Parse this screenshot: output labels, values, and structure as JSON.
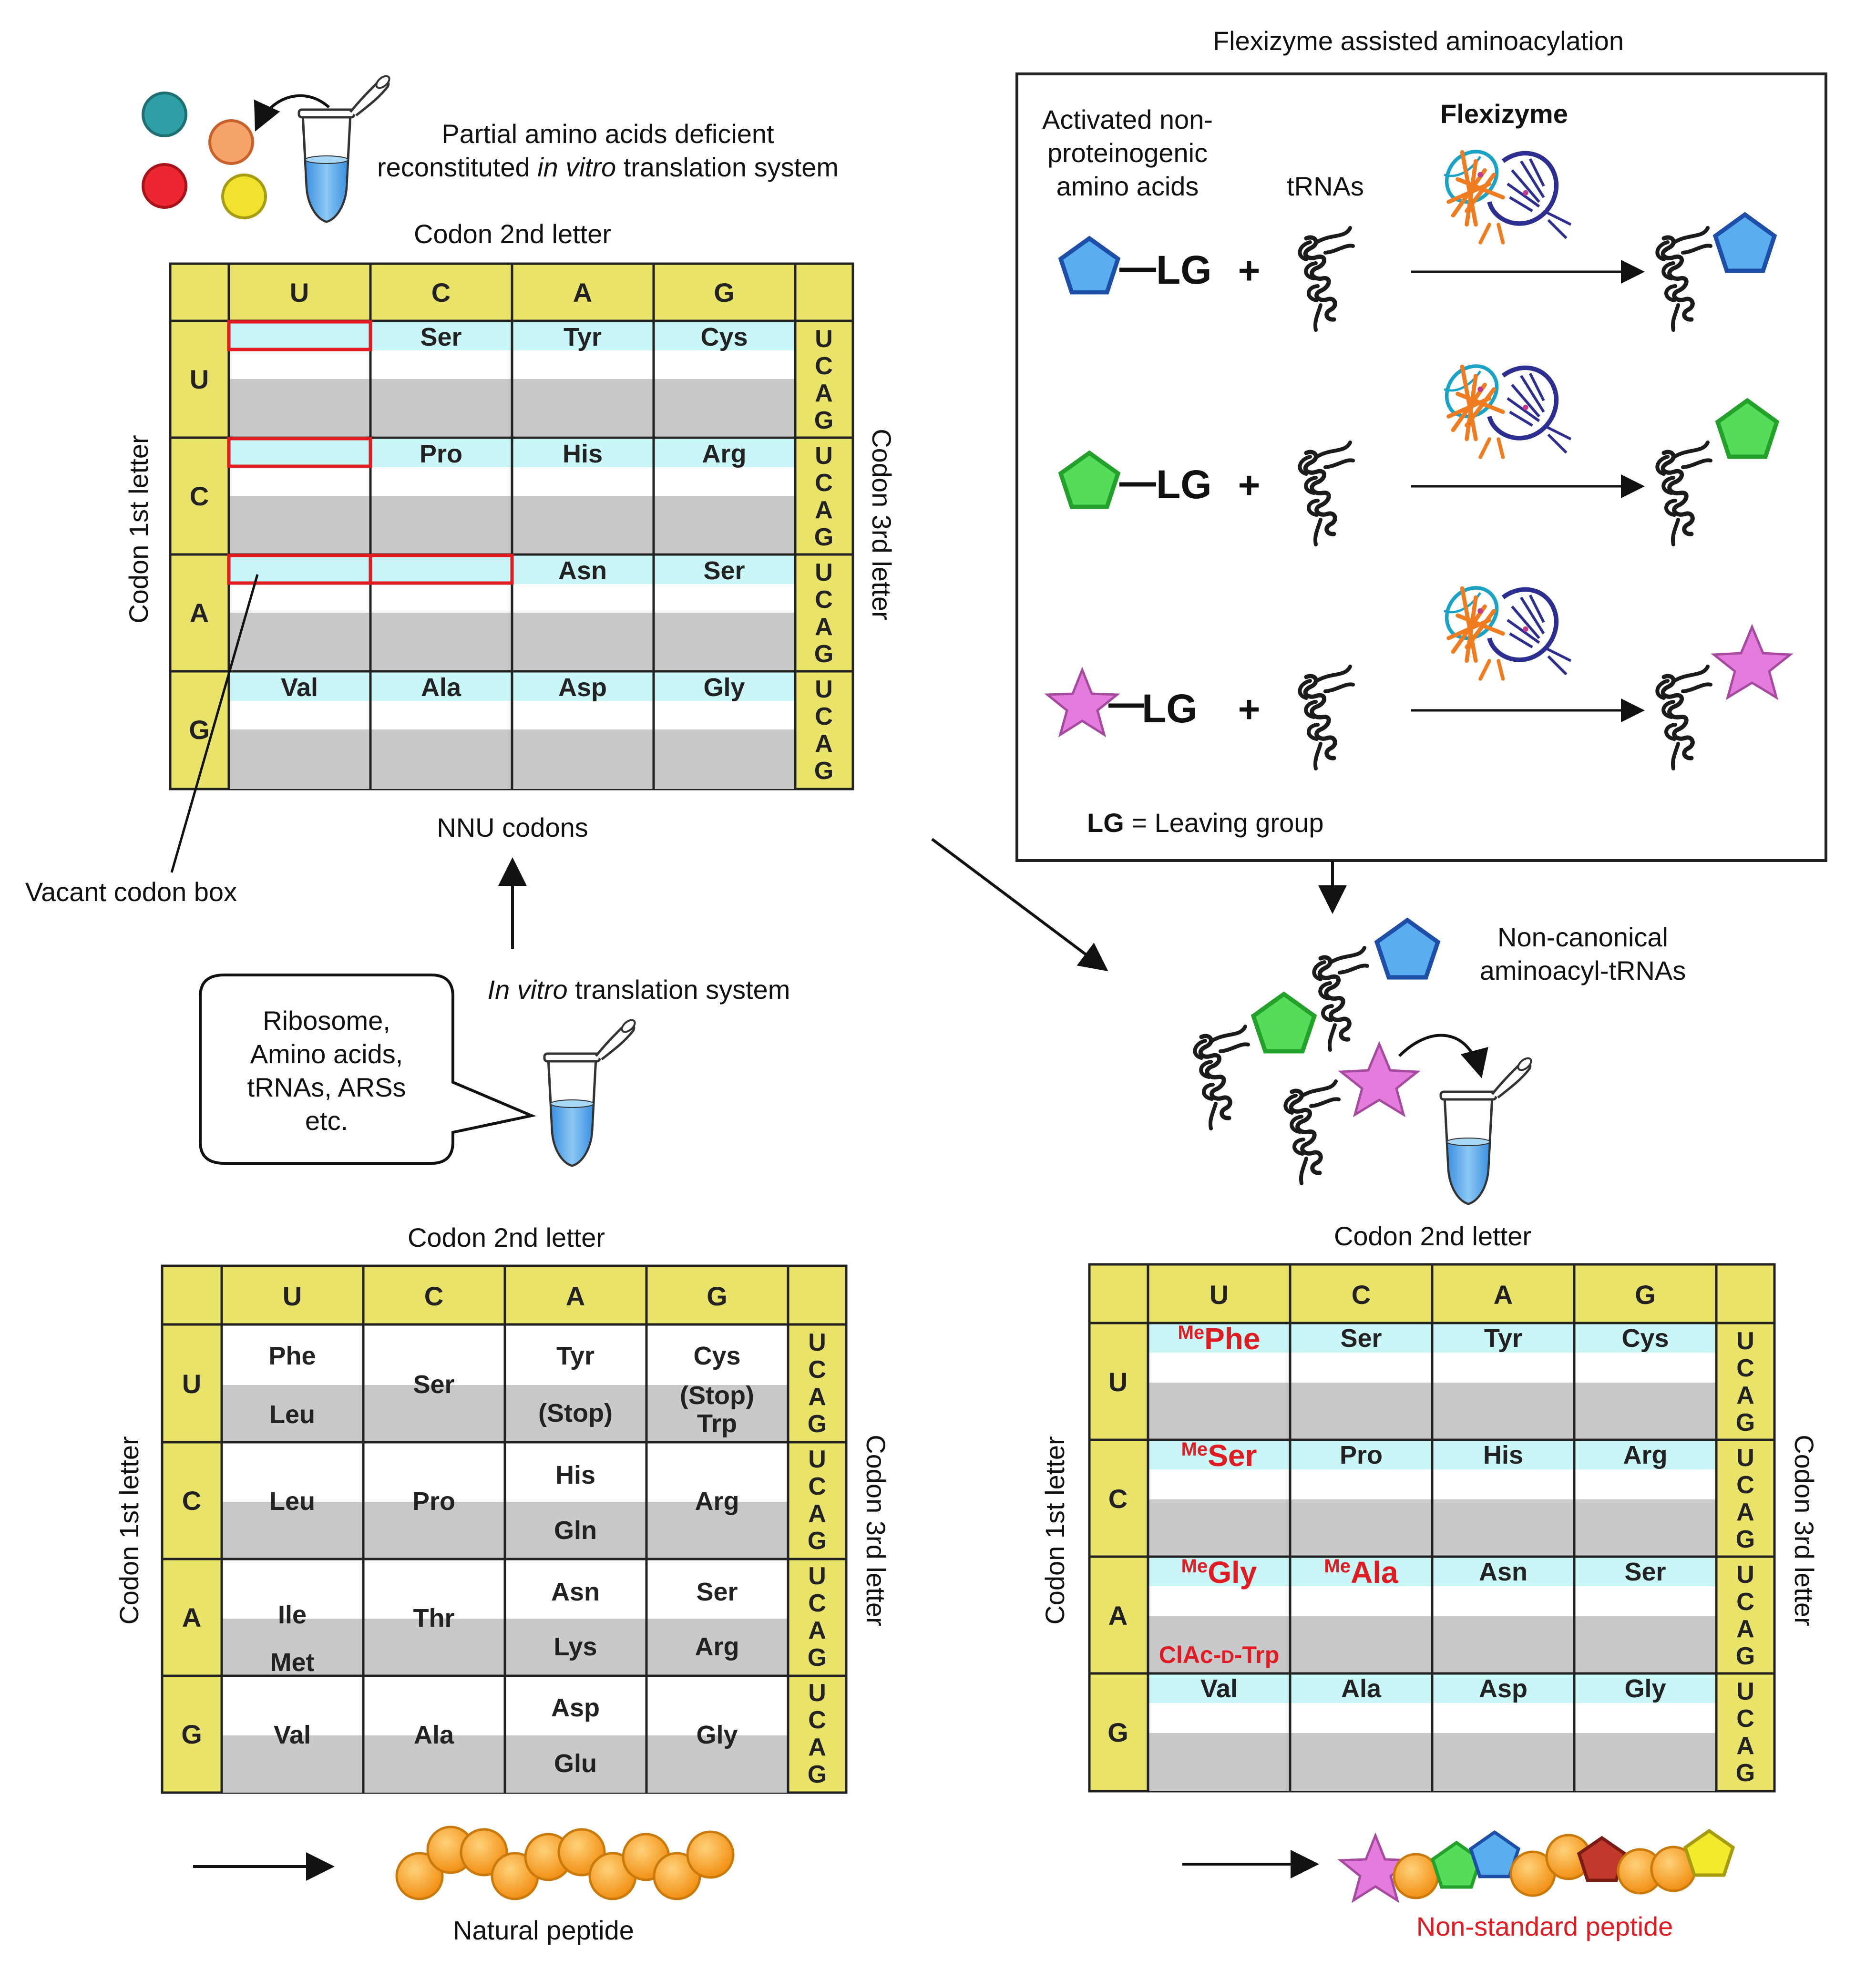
{
  "top_left": {
    "tube_caption_line1": "Partial amino acids deficient",
    "tube_caption_line2_pre": "reconstituted ",
    "tube_caption_line2_em": "in vitro",
    "tube_caption_line2_post": " translation system",
    "table": {
      "second_letter_title": "Codon 2nd letter",
      "first_letter_title": "Codon 1st letter",
      "third_letter_title": "Codon 3rd letter",
      "columns": [
        "U",
        "C",
        "A",
        "G"
      ],
      "rows": [
        "U",
        "C",
        "A",
        "G"
      ],
      "third_letters": [
        "U",
        "C",
        "A",
        "G"
      ],
      "cells": [
        [
          "",
          "Ser",
          "Tyr",
          "Cys"
        ],
        [
          "",
          "Pro",
          "His",
          "Arg"
        ],
        [
          "",
          "",
          "Asn",
          "Ser"
        ],
        [
          "Val",
          "Ala",
          "Asp",
          "Gly"
        ]
      ]
    },
    "nnu_label": "NNU codons",
    "vacant_label": "Vacant codon box"
  },
  "flexizyme": {
    "title": "Flexizyme assisted aminoacylation",
    "activated_line1": "Activated non-",
    "activated_line2": "proteinogenic",
    "activated_line3": "amino acids",
    "trnas_label": "tRNAs",
    "flexizyme_label": "Flexizyme",
    "lg": "LG",
    "plus": "+",
    "legend_bold": "LG",
    "legend_rest": " = Leaving group"
  },
  "middle": {
    "bubble_lines": [
      "Ribosome,",
      "Amino acids,",
      "tRNAs, ARSs",
      "etc."
    ],
    "ivt_em": "In vitro",
    "ivt_rest": " translation system",
    "noncanonical_line1": "Non-canonical",
    "noncanonical_line2": "aminoacyl-tRNAs"
  },
  "bottom_left": {
    "second_letter_title": "Codon 2nd letter",
    "first_letter_title": "Codon 1st letter",
    "third_letter_title": "Codon 3rd letter",
    "columns": [
      "U",
      "C",
      "A",
      "G"
    ],
    "rows": [
      "U",
      "C",
      "A",
      "G"
    ],
    "cells": {
      "UU_1": "Phe",
      "UU_2": "Leu",
      "UC": "Ser",
      "UA_1": "Tyr",
      "UA_2": "(Stop)",
      "UG_1": "Cys",
      "UG_2": "(Stop)",
      "UG_3": "Trp",
      "CU": "Leu",
      "CC": "Pro",
      "CA_1": "His",
      "CA_2": "Gln",
      "CG": "Arg",
      "AU_1": "Ile",
      "AU_2": "Met",
      "AC": "Thr",
      "AA_1": "Asn",
      "AA_2": "Lys",
      "AG_1": "Ser",
      "AG_2": "Arg",
      "GU": "Val",
      "GC": "Ala",
      "GA_1": "Asp",
      "GA_2": "Glu",
      "GG": "Gly"
    },
    "peptide_label": "Natural peptide"
  },
  "bottom_right": {
    "second_letter_title": "Codon 2nd letter",
    "first_letter_title": "Codon 1st letter",
    "third_letter_title": "Codon 3rd letter",
    "columns": [
      "U",
      "C",
      "A",
      "G"
    ],
    "rows": [
      "U",
      "C",
      "A",
      "G"
    ],
    "me": "Me",
    "mephe": "Phe",
    "meser": "Ser",
    "megly": "Gly",
    "meala": "Ala",
    "clac_pre": "ClAc-",
    "clac_d": "D",
    "clac_post": "-Trp",
    "cells": [
      [
        "",
        "Ser",
        "Tyr",
        "Cys"
      ],
      [
        "",
        "Pro",
        "His",
        "Arg"
      ],
      [
        "",
        "",
        "Asn",
        "Ser"
      ],
      [
        "Val",
        "Ala",
        "Asp",
        "Gly"
      ]
    ],
    "peptide_label": "Non-standard peptide"
  },
  "colors": {
    "table_yellow": "#e9e36a",
    "cyan": "#c9f6f6",
    "gray": "#c8c9cb",
    "red": "#e11b22",
    "blue_aa": "#5aaef0",
    "green_aa": "#54dc5a",
    "pink_aa": "#e37cdc",
    "orange_aa": "#f5a21a",
    "yellow_aa": "#f2ea2a",
    "darkred_aa": "#c0392b"
  }
}
